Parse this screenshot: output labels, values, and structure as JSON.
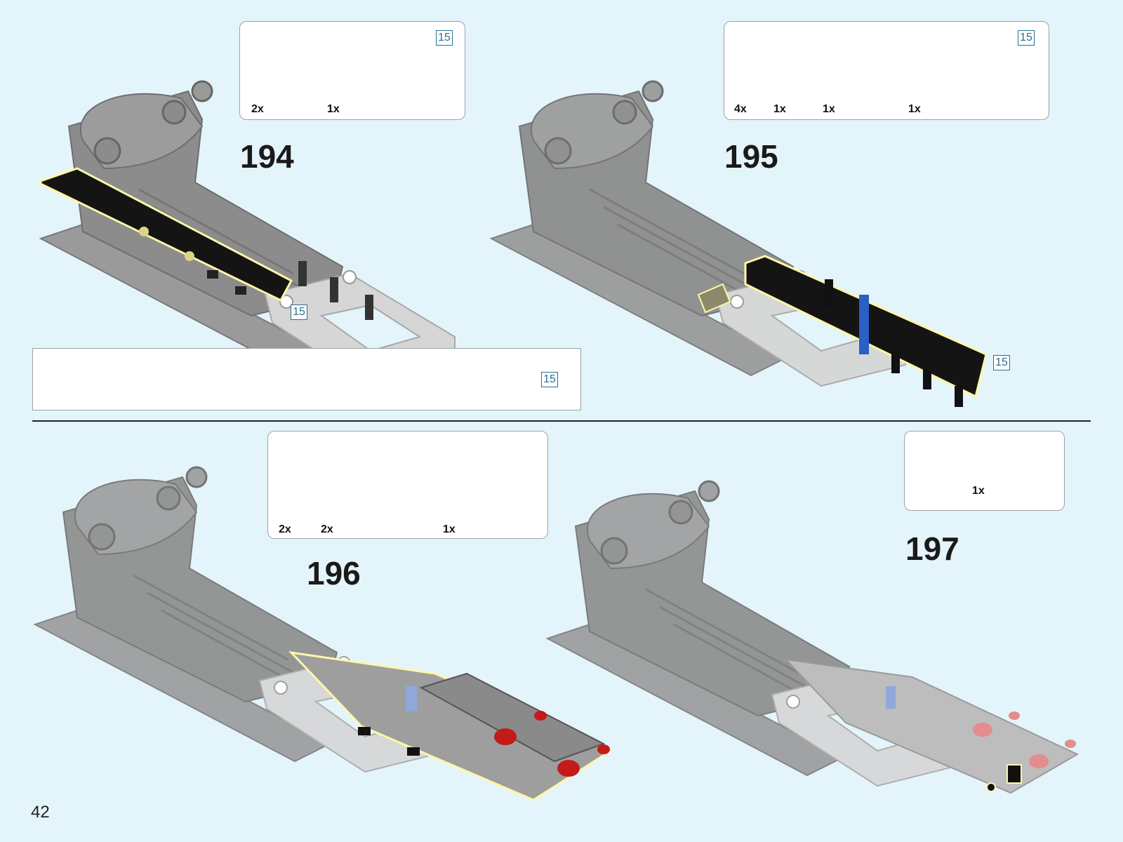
{
  "page_number": "42",
  "length_label": "15",
  "steps": [
    {
      "number": "194",
      "parts": [
        {
          "qty": "2x"
        },
        {
          "qty": "1x"
        }
      ]
    },
    {
      "number": "195",
      "parts": [
        {
          "qty": "4x"
        },
        {
          "qty": "1x"
        },
        {
          "qty": "1x"
        },
        {
          "qty": "1x"
        }
      ]
    },
    {
      "number": "196",
      "parts": [
        {
          "qty": "2x"
        },
        {
          "qty": "2x"
        },
        {
          "qty": "1x"
        }
      ]
    },
    {
      "number": "197",
      "parts": [
        {
          "qty": "1x"
        }
      ]
    }
  ],
  "ruler_hole_count": 15,
  "colors": {
    "background": "#e4f4fb",
    "ghost_gray": "#8f8f8f",
    "light_gray": "#d4d4d4",
    "black_part": "#141414",
    "highlight": "#fff6a8",
    "blue_pin": "#2a5fc4",
    "red_pin": "#c41a1a",
    "length_box": "#2a6f93"
  }
}
